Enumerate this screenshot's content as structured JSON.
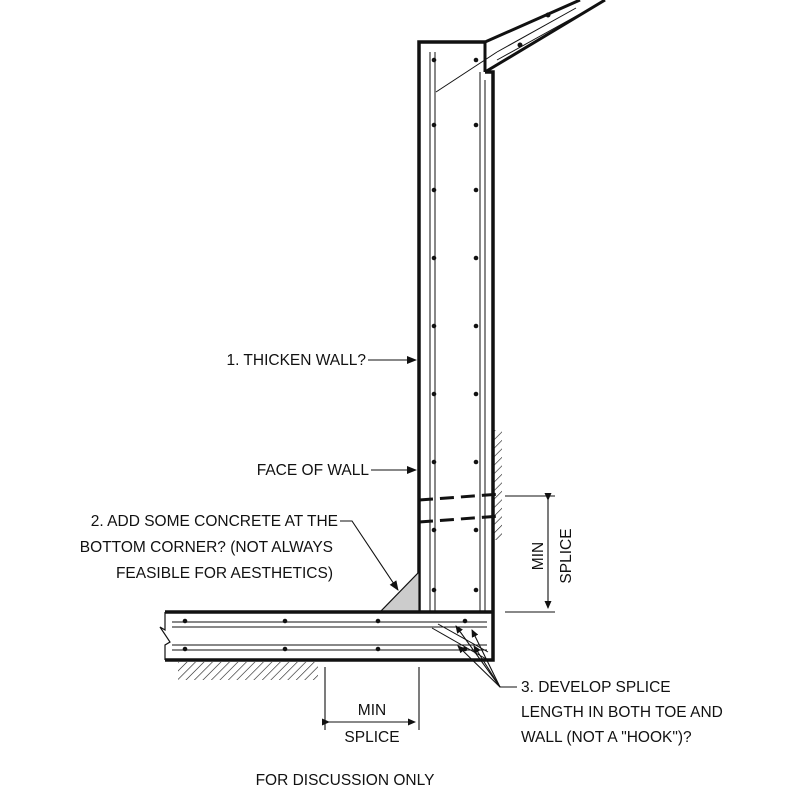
{
  "labels": {
    "thicken_wall": "1. THICKEN WALL?",
    "face_of_wall": "FACE OF WALL",
    "add_concrete": [
      "2. ADD SOME CONCRETE AT THE",
      "BOTTOM CORNER? (NOT ALWAYS",
      "FEASIBLE FOR AESTHETICS)"
    ],
    "develop_splice": [
      "3. DEVELOP SPLICE",
      "LENGTH IN BOTH TOE AND",
      "WALL (NOT A \"HOOK\")?"
    ],
    "min_splice_wall": [
      "MIN",
      "SPLICE"
    ],
    "min_splice_toe": [
      "MIN",
      "SPLICE"
    ],
    "footer": "FOR DISCUSSION ONLY"
  },
  "colors": {
    "line": "#111111",
    "haunch_fill": "#cccccc",
    "background": "#ffffff"
  }
}
